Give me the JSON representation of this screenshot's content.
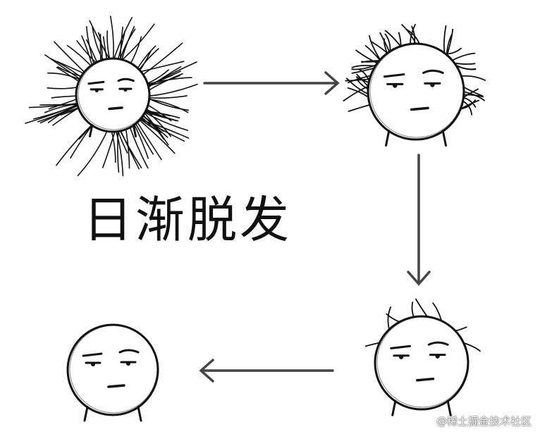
{
  "caption": "日渐脱发",
  "watermark": "@稀土掘金技术社区",
  "faces": [
    {
      "hair_strands": 90,
      "hair_reach": 1.0
    },
    {
      "hair_strands": 45,
      "hair_reach": 0.8
    },
    {
      "hair_strands": 8,
      "hair_reach": 0.6
    },
    {
      "hair_strands": 0,
      "hair_reach": 0.0
    }
  ],
  "colors": {
    "ink": "#111111",
    "arrow": "#444444",
    "background": "#ffffff"
  }
}
